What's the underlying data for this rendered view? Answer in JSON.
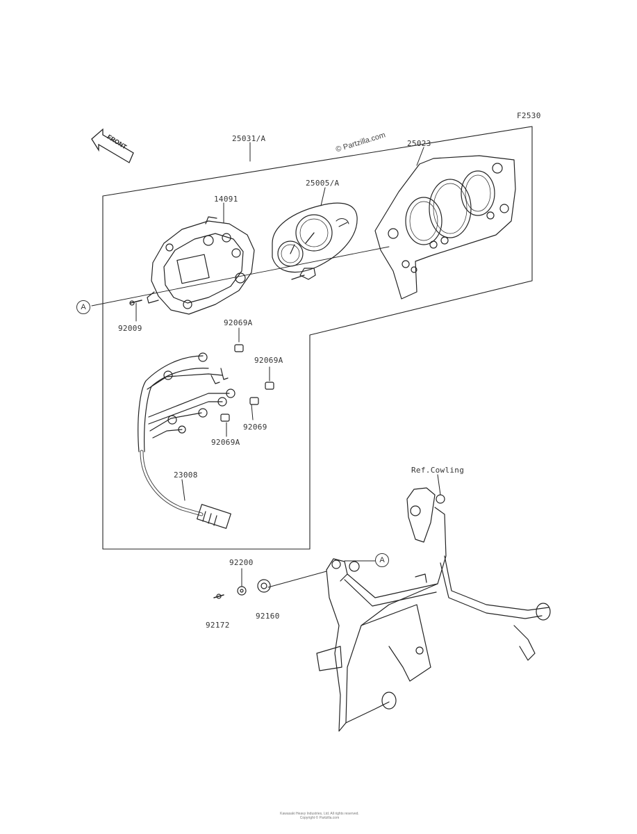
{
  "diagram": {
    "figure_code": "F2530",
    "watermark": "© Partzilla.com",
    "front_label": "FRONT",
    "ref_mark": "A",
    "parts": {
      "p25031": "25031/A",
      "p25023": "25023",
      "p25005": "25005/A",
      "p14091": "14091",
      "p92009": "92009",
      "p92069A_1": "92069A",
      "p92069A_2": "92069A",
      "p92069": "92069",
      "p92069A_3": "92069A",
      "p23008": "23008",
      "ref_cowling": "Ref.Cowling",
      "p92200": "92200",
      "p92160": "92160",
      "p92172": "92172"
    },
    "footer_line1": "Kawasaki Heavy Industries, Ltd. All rights reserved.",
    "footer_line2": "Copyright © Partzilla.com"
  }
}
